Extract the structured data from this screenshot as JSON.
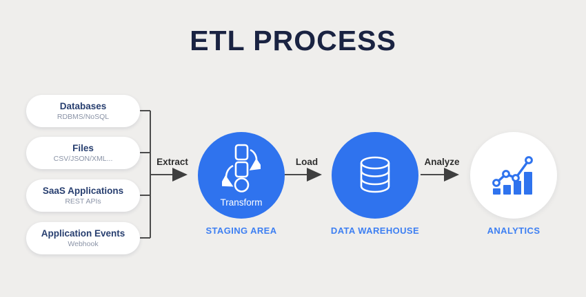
{
  "title": "ETL PROCESS",
  "sources": [
    {
      "title": "Databases",
      "subtitle": "RDBMS/NoSQL"
    },
    {
      "title": "Files",
      "subtitle": "CSV/JSON/XML..."
    },
    {
      "title": "SaaS Applications",
      "subtitle": "REST APIs"
    },
    {
      "title": "Application Events",
      "subtitle": "Webhook"
    }
  ],
  "flow_labels": {
    "extract": "Extract",
    "load": "Load",
    "analyze": "Analyze"
  },
  "stages": [
    {
      "name": "staging-area",
      "label": "STAGING AREA",
      "inner_label": "Transform",
      "icon": "transform-icon",
      "variant": "blue"
    },
    {
      "name": "data-warehouse",
      "label": "DATA WAREHOUSE",
      "icon": "database-icon",
      "variant": "blue"
    },
    {
      "name": "analytics",
      "label": "ANALYTICS",
      "icon": "analytics-chart-icon",
      "variant": "white"
    }
  ],
  "colors": {
    "background": "#efeeec",
    "title_navy": "#1a2342",
    "box_title_navy": "#273e6f",
    "box_subtitle_gray": "#8a93a6",
    "accent_blue": "#2f73ee",
    "stage_label_blue": "#3d7ff2",
    "connector_gray": "#4a4a4a"
  }
}
